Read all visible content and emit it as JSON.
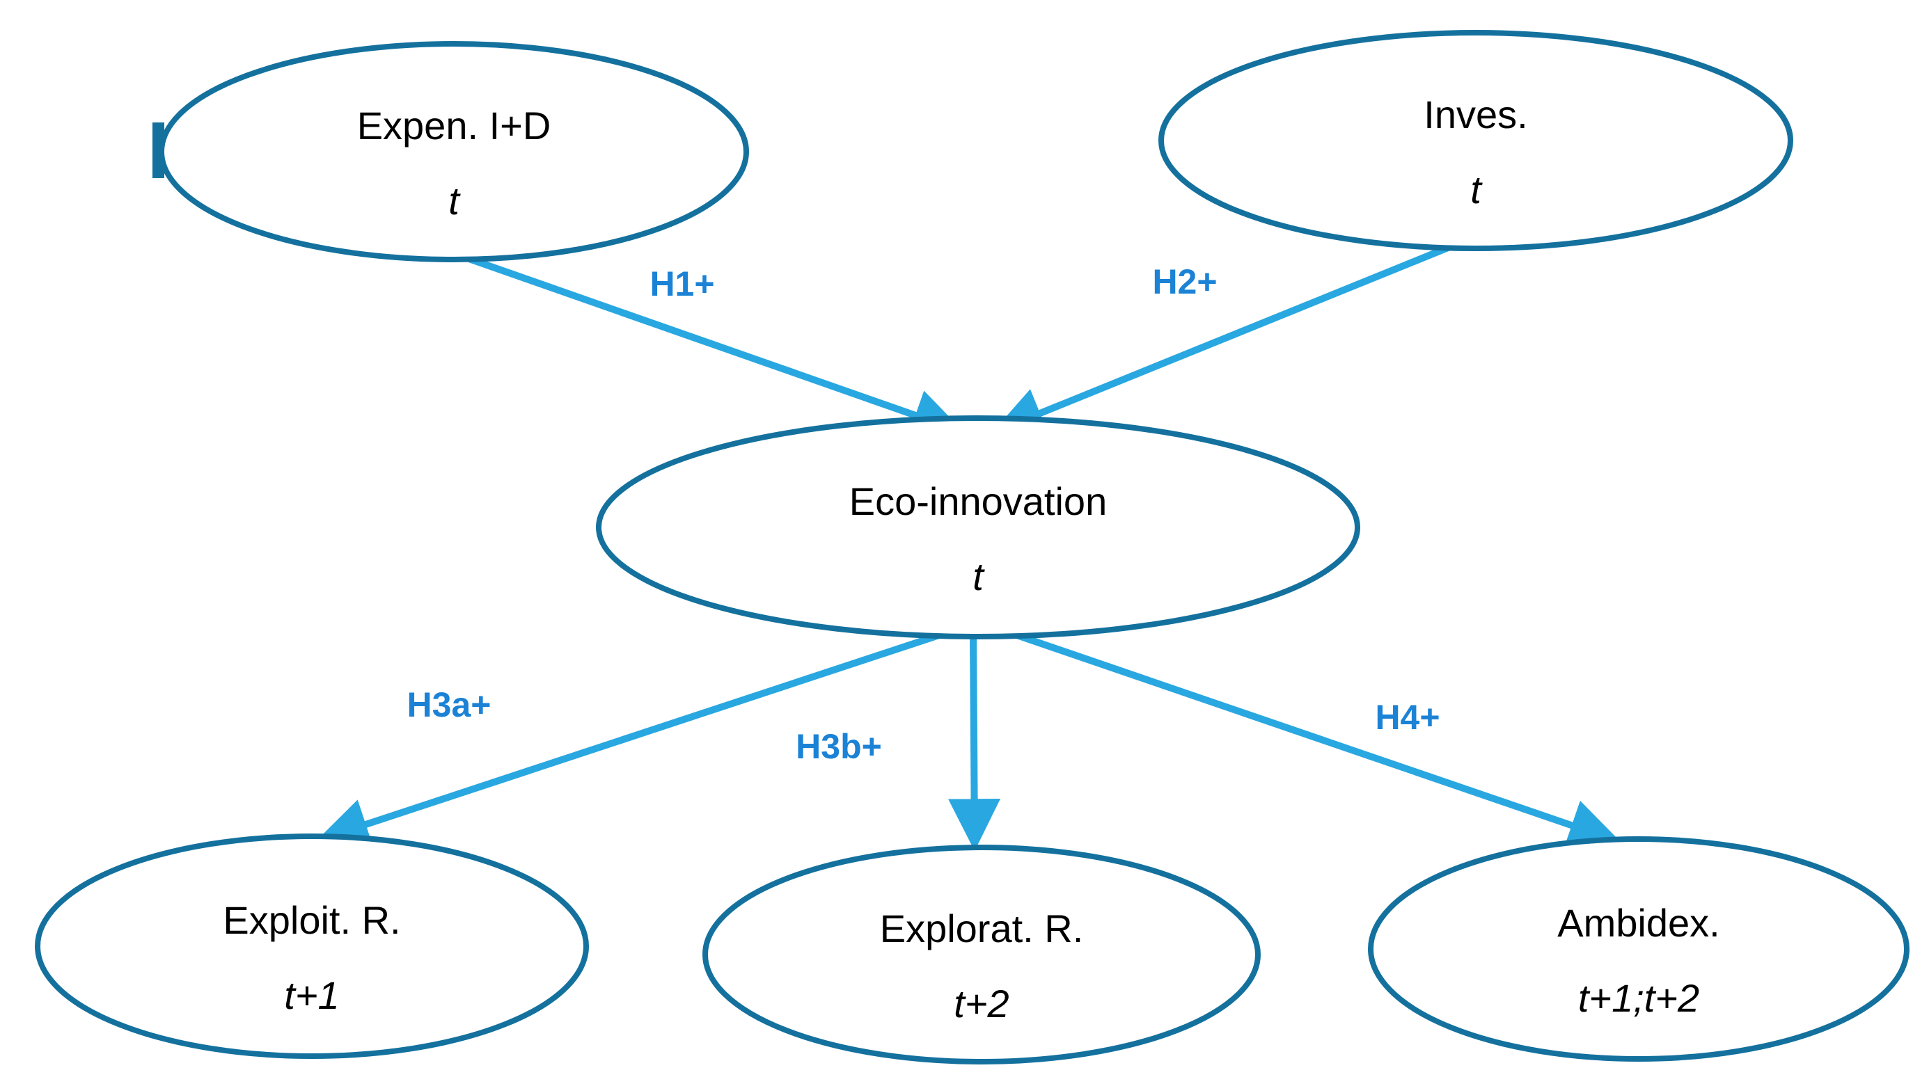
{
  "figure": {
    "type": "hypothesis-model-diagram",
    "description": "Eco-innovation research model with hypotheses"
  },
  "colors": {
    "node_stroke": "#14719e",
    "arrow": "#29a7e0",
    "hypothesis_label": "#1b82d6",
    "node_text": "#000000",
    "background": "#ffffff"
  },
  "nodes": {
    "expen": {
      "label": "Expen. I+D",
      "time": "t"
    },
    "inves": {
      "label": "Inves.",
      "time": "t"
    },
    "eco": {
      "label": "Eco-innovation",
      "time": "t"
    },
    "exploit": {
      "label": "Exploit. R.",
      "time": "t+1"
    },
    "explorat": {
      "label": "Explorat. R.",
      "time": "t+2"
    },
    "ambidex": {
      "label": "Ambidex.",
      "time": "t+1;t+2"
    }
  },
  "arrows": {
    "h1": {
      "label": "H1+",
      "from": "expen",
      "to": "eco"
    },
    "h2": {
      "label": "H2+",
      "from": "inves",
      "to": "eco"
    },
    "h3a": {
      "label": "H3a+",
      "from": "eco",
      "to": "exploit"
    },
    "h3b": {
      "label": "H3b+",
      "from": "eco",
      "to": "explorat"
    },
    "h4": {
      "label": "H4+",
      "from": "eco",
      "to": "ambidex"
    }
  }
}
